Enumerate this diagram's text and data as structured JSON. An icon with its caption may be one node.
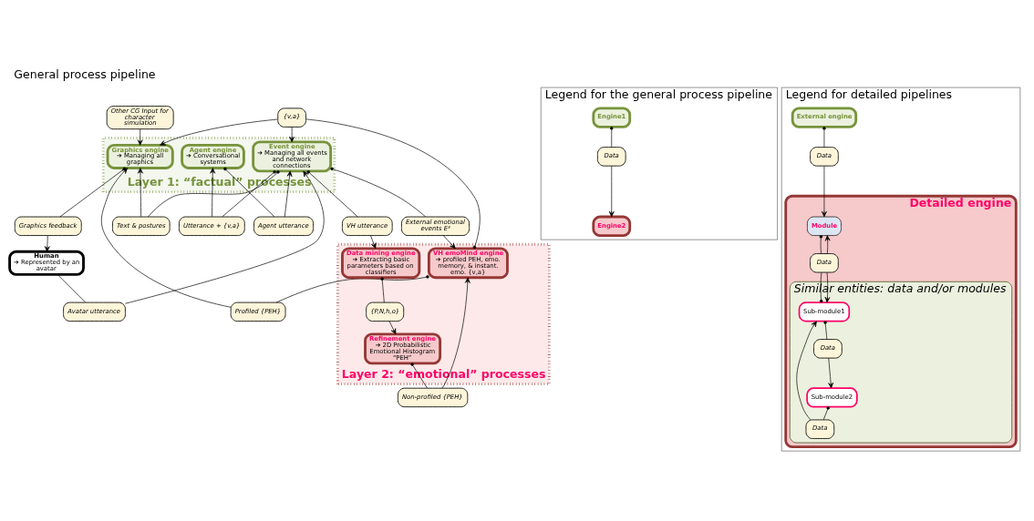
{
  "diagram": {
    "title": "General process pipeline",
    "nodes": [
      {
        "text": [
          "Layer 1: “factual” processes"
        ]
      },
      {
        "text": [
          "Human",
          "➔ Represented by an avatar"
        ]
      },
      {
        "text": [
          "Graphics feedback"
        ]
      },
      {
        "text": [
          "Graphics engine",
          "➔ Managing all graphics"
        ],
        "in": 0
      },
      {
        "text": [
          "Other CG Input for character simulation"
        ]
      },
      {
        "text": [
          "Avatar utterance"
        ]
      },
      {
        "text": [
          "Utterance + {v,a}"
        ]
      },
      {
        "text": [
          "Text & postures"
        ]
      },
      {
        "text": [
          "Profiled {PEH}"
        ]
      },
      {
        "text": [
          "Agent engine",
          "➔ Conversational systems"
        ],
        "in": 0
      },
      {
        "text": [
          "Event engine",
          "➔ Managing all events and network connections"
        ],
        "in": 0
      },
      {
        "text": [
          "{v,a}"
        ]
      },
      {
        "text": [
          "Layer 2: “emotional” processes"
        ]
      },
      {
        "text": [
          "VH emoMind engine",
          "➔ profiled PEH, emo. memory, & instant. emo. {v,a}"
        ],
        "in": 12
      },
      {
        "text": [
          "Agent utterance"
        ]
      },
      {
        "text": [
          "VH utterance"
        ]
      },
      {
        "text": [
          "External emotional events E³"
        ]
      },
      {
        "text": [
          "Non-profiled {PEH}"
        ]
      },
      {
        "text": [
          "Data mining engine",
          "➔ Extracting basic parameters based on classifiers"
        ],
        "in": 12
      },
      {
        "text": [
          "{P,N,h,o}"
        ],
        "in": 12
      },
      {
        "text": [
          "Refinement engine",
          "➔ 2D Probabilistic Emotional Histogram “PEH”"
        ],
        "in": 12
      },
      {
        "text": [
          "Legend for the general process pipeline"
        ]
      },
      {
        "text": [
          "Engine1"
        ],
        "in": 21
      },
      {
        "text": [
          "Data"
        ],
        "in": 21
      },
      {
        "text": [
          "Engine2"
        ],
        "in": 21
      },
      {
        "text": [
          "Legend for detailed pipelines"
        ]
      },
      {
        "text": [
          "External engine"
        ],
        "in": 25
      },
      {
        "text": [
          "Data"
        ],
        "in": 25
      },
      {
        "text": [
          "Detailed engine"
        ],
        "in": 25
      },
      {
        "text": [
          "Module"
        ],
        "in": 28
      },
      {
        "text": [
          "Data"
        ],
        "in": 28
      },
      {
        "text": [
          "Similar entities: data and/or modules"
        ],
        "in": 28
      },
      {
        "text": [
          "Sub-module1"
        ],
        "in": 31
      },
      {
        "text": [
          "Data"
        ],
        "in": 31
      },
      {
        "text": [
          "Data"
        ],
        "in": 31
      },
      {
        "text": [
          "Sub-module2"
        ],
        "in": 31
      }
    ],
    "edges": [
      {
        "from": 3,
        "to": 2,
        "arrow": "other"
      },
      {
        "from": 2,
        "to": 1,
        "arrow": "to"
      },
      {
        "from": 4,
        "to": 3,
        "arrow": "to"
      },
      {
        "from": 1,
        "to": 5,
        "arrow": "none"
      },
      {
        "from": 5,
        "to": 10,
        "arrow": "to"
      },
      {
        "from": 10,
        "to": 6,
        "arrow": "other"
      },
      {
        "from": 6,
        "to": 9,
        "arrow": "to"
      },
      {
        "from": 10,
        "to": 7,
        "arrow": "other"
      },
      {
        "from": 7,
        "to": 3,
        "arrow": "to"
      },
      {
        "from": 13,
        "to": 8,
        "arrow": "other"
      },
      {
        "from": 8,
        "to": 3,
        "arrow": "to"
      },
      {
        "from": 13,
        "to": 11,
        "arrow": "other"
      },
      {
        "from": 11,
        "to": 10,
        "arrow": "to"
      },
      {
        "from": 11,
        "to": 3,
        "arrow": "to"
      },
      {
        "from": 9,
        "to": 14,
        "arrow": "other"
      },
      {
        "from": 14,
        "to": 10,
        "arrow": "to"
      },
      {
        "from": 10,
        "to": 15,
        "arrow": "other"
      },
      {
        "from": 15,
        "to": 18,
        "arrow": "to"
      },
      {
        "from": 10,
        "to": 16,
        "arrow": "other"
      },
      {
        "from": 16,
        "to": 13,
        "arrow": "to"
      },
      {
        "from": 20,
        "to": 17,
        "arrow": "other"
      },
      {
        "from": 17,
        "to": 13,
        "arrow": "to"
      },
      {
        "from": 18,
        "to": 19,
        "arrow": "other"
      },
      {
        "from": 19,
        "to": 20,
        "arrow": "to"
      },
      {
        "from": 22,
        "to": 23,
        "arrow": "other"
      },
      {
        "from": 23,
        "to": 24,
        "arrow": "to"
      },
      {
        "from": 26,
        "to": 27,
        "arrow": "other"
      },
      {
        "from": 27,
        "to": 29,
        "arrow": "to"
      },
      {
        "from": 29,
        "to": 30,
        "arrow": "other"
      },
      {
        "from": 30,
        "to": 29,
        "arrow": "to"
      },
      {
        "from": 30,
        "to": 32,
        "arrow": "to"
      },
      {
        "from": 32,
        "to": 30,
        "arrow": "other"
      },
      {
        "from": 32,
        "to": 33,
        "arrow": "other"
      },
      {
        "from": 33,
        "to": 35,
        "arrow": "to"
      },
      {
        "from": 35,
        "to": 34,
        "arrow": "other"
      },
      {
        "from": 34,
        "to": 32,
        "arrow": "to"
      }
    ]
  }
}
